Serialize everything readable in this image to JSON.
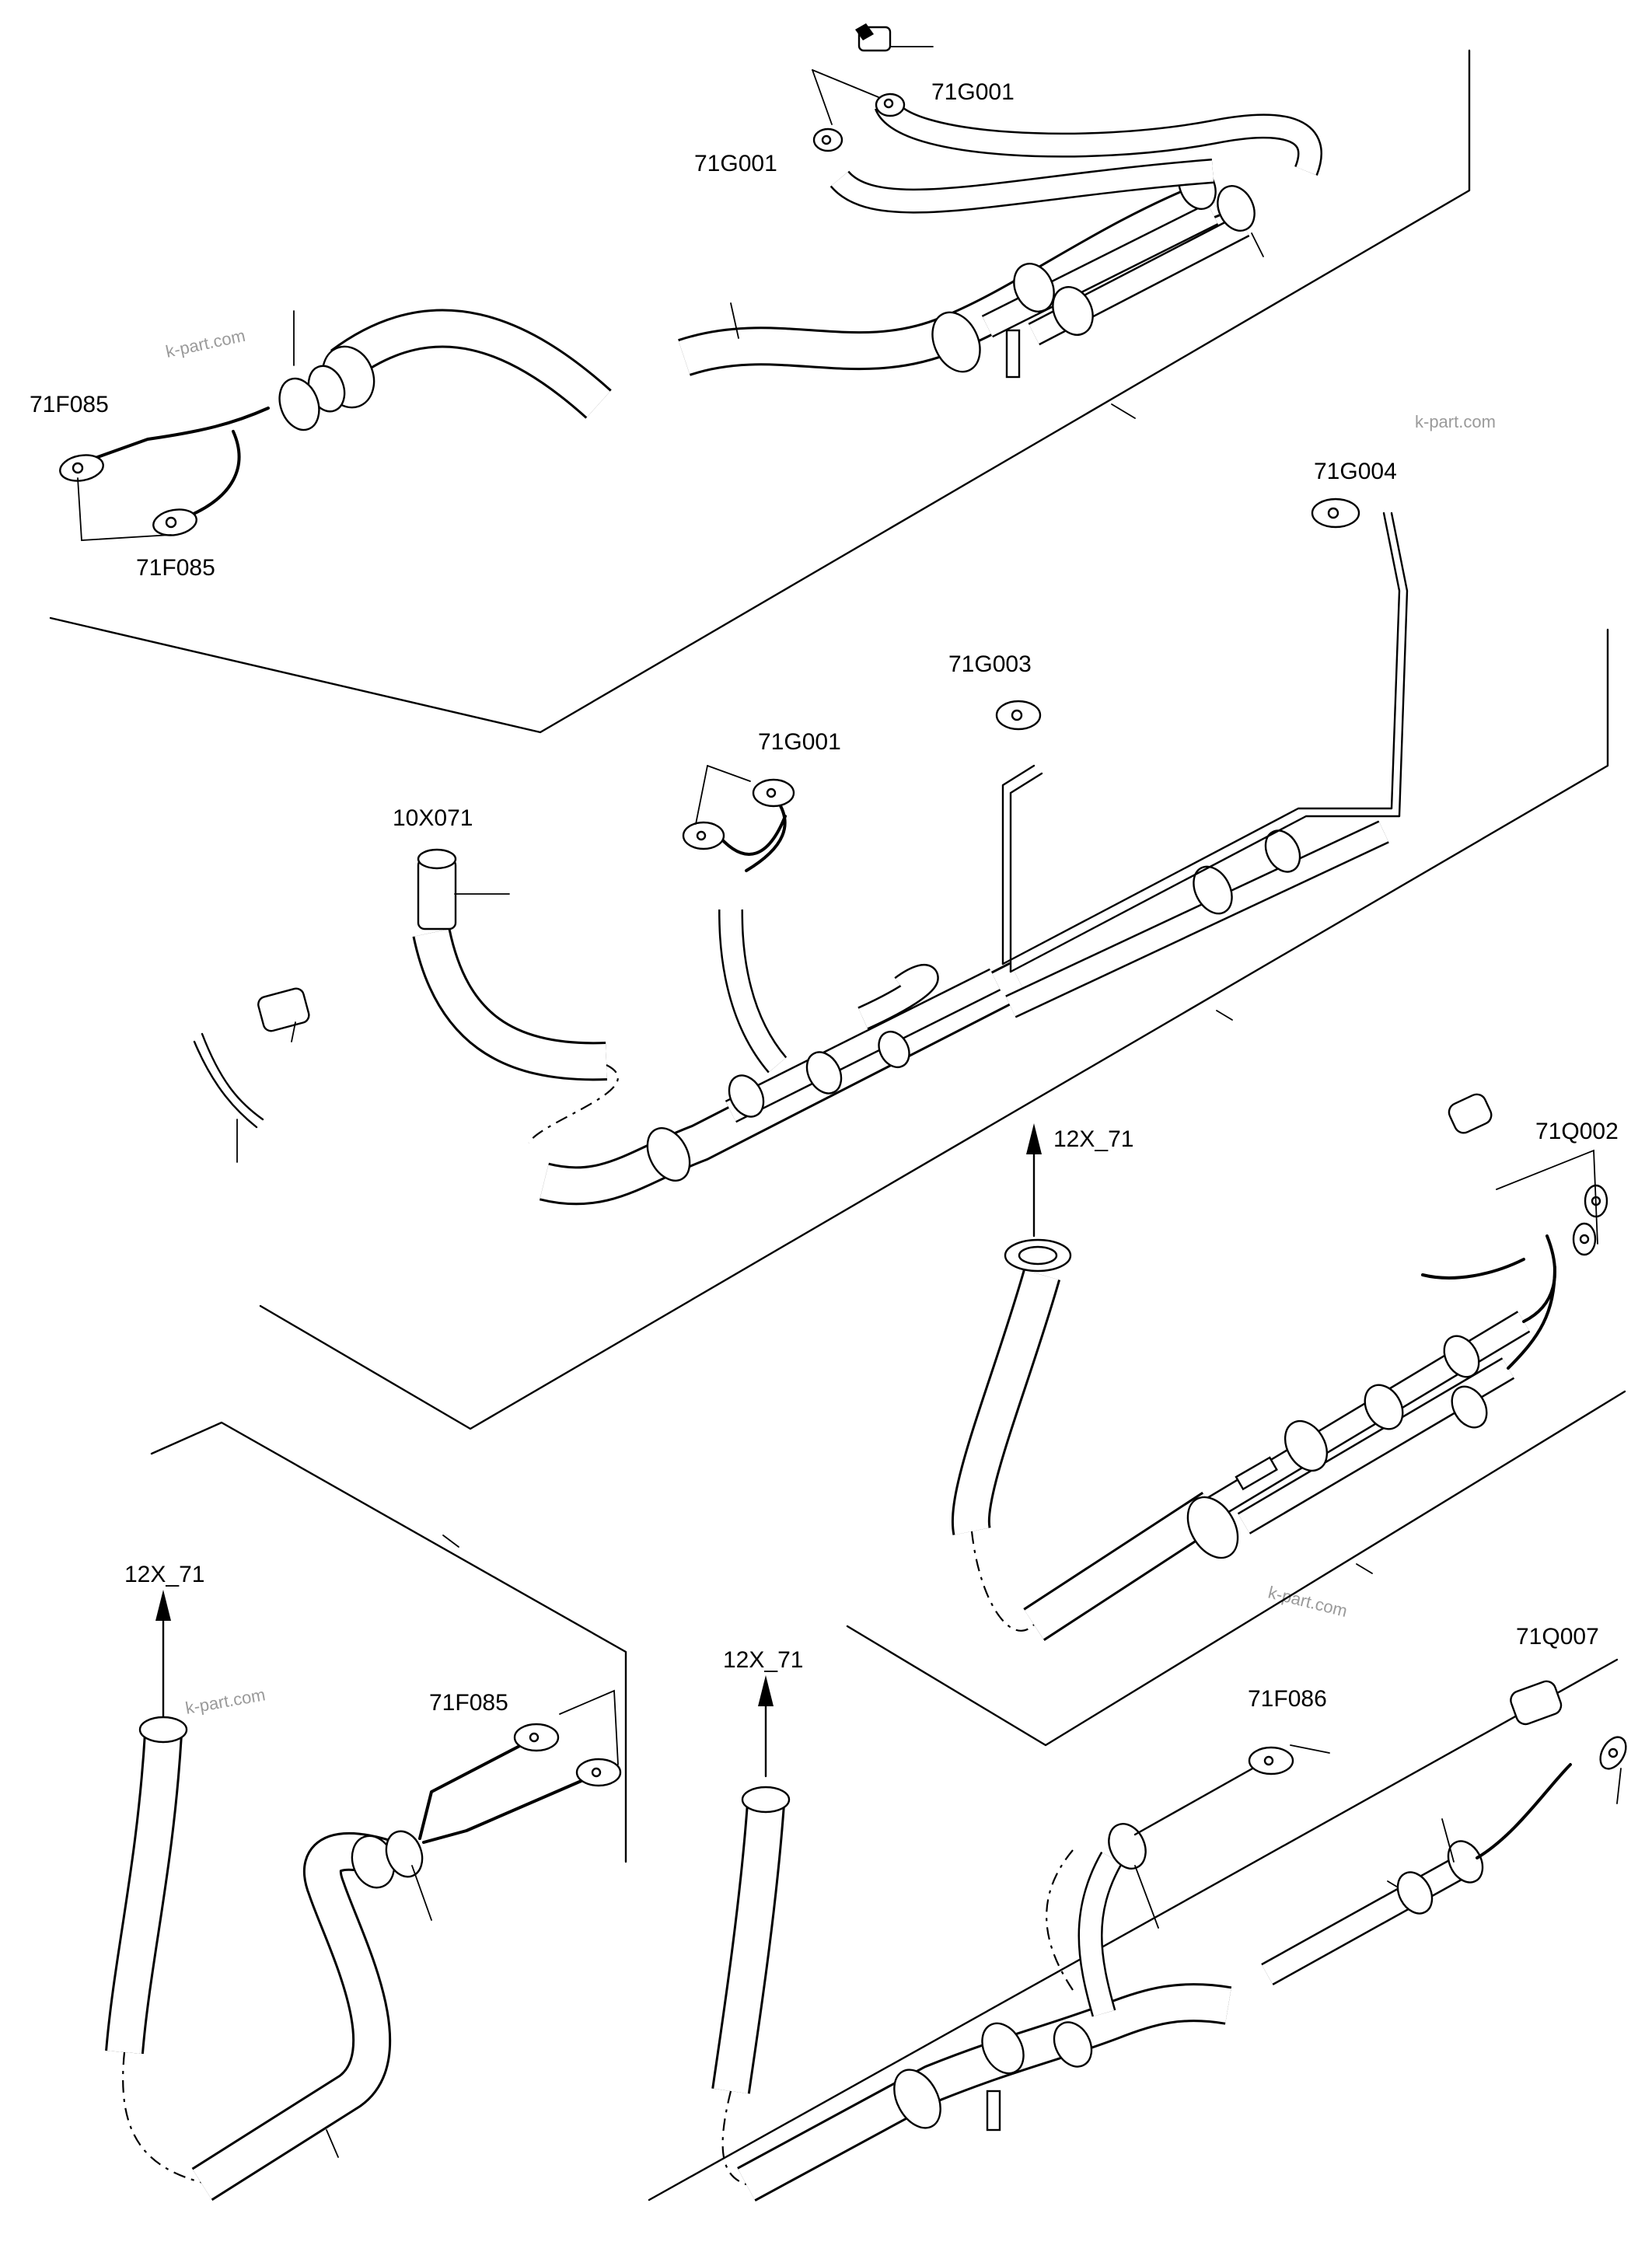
{
  "watermark": "k-part.com",
  "labels": {
    "g001_top_right": "71G001",
    "g001_top_left": "71G001",
    "f085_top": "71F085",
    "f085_bottom": "71F085",
    "g004": "71G004",
    "g003": "71G003",
    "g001_middle": "71G001",
    "x071": "10X071",
    "x71_mid": "12X_71",
    "q002": "71Q002",
    "x71_low_left": "12X_71",
    "f085_low": "71F085",
    "x71_low_mid": "12X_71",
    "f086": "71F086",
    "q007": "71Q007"
  }
}
